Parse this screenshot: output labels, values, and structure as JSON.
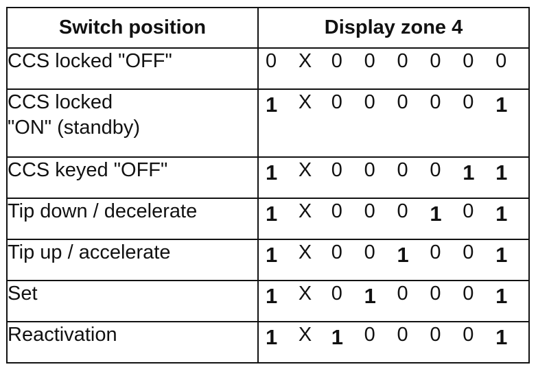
{
  "table": {
    "headers": {
      "switch": "Switch position",
      "zone": "Display zone 4"
    },
    "rows": [
      {
        "label_lines": [
          "CCS locked \"OFF\""
        ],
        "bits": [
          "0",
          "X",
          "0",
          "0",
          "0",
          "0",
          "0",
          "0"
        ],
        "bold": [
          false,
          false,
          false,
          false,
          false,
          false,
          false,
          false
        ]
      },
      {
        "label_lines": [
          "CCS locked",
          "\"ON\" (standby)"
        ],
        "bits": [
          "1",
          "X",
          "0",
          "0",
          "0",
          "0",
          "0",
          "1"
        ],
        "bold": [
          true,
          false,
          false,
          false,
          false,
          false,
          false,
          true
        ]
      },
      {
        "label_lines": [
          "CCS keyed \"OFF\""
        ],
        "bits": [
          "1",
          "X",
          "0",
          "0",
          "0",
          "0",
          "1",
          "1"
        ],
        "bold": [
          true,
          false,
          false,
          false,
          false,
          false,
          true,
          true
        ]
      },
      {
        "label_lines": [
          "Tip down / decelerate"
        ],
        "bits": [
          "1",
          "X",
          "0",
          "0",
          "0",
          "1",
          "0",
          "1"
        ],
        "bold": [
          true,
          false,
          false,
          false,
          false,
          true,
          false,
          true
        ]
      },
      {
        "label_lines": [
          "Tip up / accelerate"
        ],
        "bits": [
          "1",
          "X",
          "0",
          "0",
          "1",
          "0",
          "0",
          "1"
        ],
        "bold": [
          true,
          false,
          false,
          false,
          true,
          false,
          false,
          true
        ]
      },
      {
        "label_lines": [
          "Set"
        ],
        "bits": [
          "1",
          "X",
          "0",
          "1",
          "0",
          "0",
          "0",
          "1"
        ],
        "bold": [
          true,
          false,
          false,
          true,
          false,
          false,
          false,
          true
        ]
      },
      {
        "label_lines": [
          "Reactivation"
        ],
        "bits": [
          "1",
          "X",
          "1",
          "0",
          "0",
          "0",
          "0",
          "1"
        ],
        "bold": [
          true,
          false,
          true,
          false,
          false,
          false,
          false,
          true
        ]
      }
    ]
  }
}
